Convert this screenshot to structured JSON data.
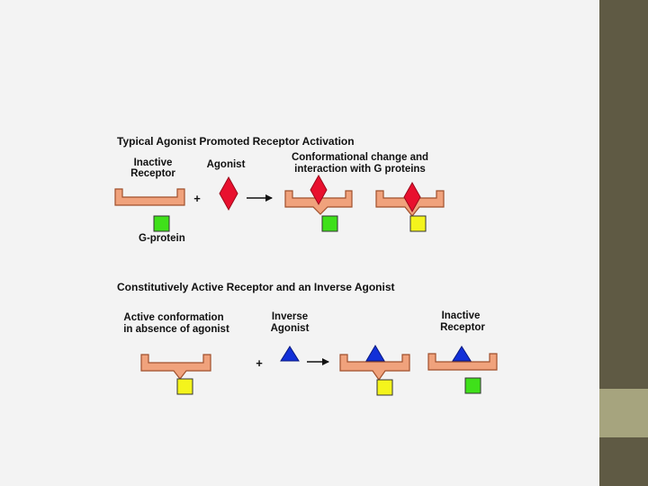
{
  "colors": {
    "slide_bg": "#f3f3f3",
    "bar_dark": "#5f5a44",
    "bar_light": "#a6a47e",
    "receptor_fill": "#f0a27c",
    "receptor_stroke": "#a0502c",
    "agonist": "#e8102e",
    "inverse_agonist": "#1230d8",
    "g_protein_inactive": "#3fe01a",
    "g_protein_active": "#f4f41c",
    "arrow": "#111111"
  },
  "panel1": {
    "title": "Typical Agonist Promoted Receptor Activation",
    "inactive_receptor_line1": "Inactive",
    "inactive_receptor_line2": "Receptor",
    "agonist": "Agonist",
    "conformational_line1": "Conformational change and",
    "conformational_line2": "interaction with G proteins",
    "plus": "+",
    "g_protein": "G-protein"
  },
  "panel2": {
    "title": "Constitutively Active Receptor and an Inverse Agonist",
    "active_line1": "Active conformation",
    "active_line2": "in absence of agonist",
    "inverse_line1": "Inverse",
    "inverse_line2": "Agonist",
    "inactive_line1": "Inactive",
    "inactive_line2": "Receptor",
    "plus": "+"
  }
}
